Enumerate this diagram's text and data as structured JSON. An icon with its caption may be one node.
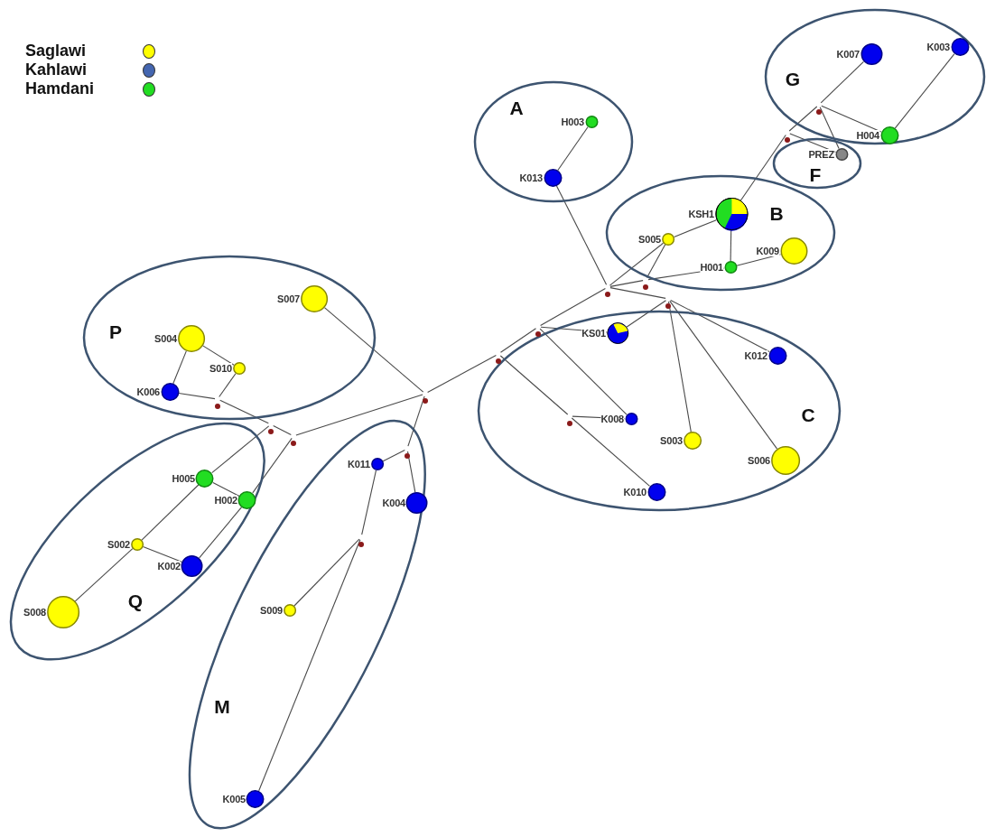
{
  "diagram": {
    "nodes": [
      {
        "text": [
          "A"
        ]
      },
      {
        "text": [
          "H003"
        ],
        "in": 0
      },
      {
        "text": [
          "K013"
        ],
        "in": 0
      },
      {
        "text": [
          "G"
        ]
      },
      {
        "text": [
          "K007"
        ],
        "in": 3
      },
      {
        "text": [
          "K003"
        ],
        "in": 3
      },
      {
        "text": [],
        "shape": "circle",
        "in": 3
      },
      {
        "text": [
          "H004"
        ],
        "in": 3
      },
      {
        "text": [
          "F"
        ]
      },
      {
        "text": [
          "PREZ"
        ],
        "in": 8
      },
      {
        "text": [],
        "shape": "circle"
      },
      {
        "text": [
          "B"
        ]
      },
      {
        "text": [
          "KSH1"
        ],
        "in": 11
      },
      {
        "text": [
          "S005"
        ],
        "in": 11
      },
      {
        "text": [
          "K009"
        ],
        "in": 11
      },
      {
        "text": [
          "H001"
        ],
        "in": 11
      },
      {
        "text": [],
        "shape": "circle",
        "in": 11
      },
      {
        "text": [],
        "shape": "circle"
      },
      {
        "text": [
          "P"
        ]
      },
      {
        "text": [
          "S007"
        ],
        "in": 18
      },
      {
        "text": [
          "S004"
        ],
        "in": 18
      },
      {
        "text": [
          "S010"
        ],
        "in": 18
      },
      {
        "text": [
          "K006"
        ],
        "in": 18
      },
      {
        "text": [],
        "shape": "circle",
        "in": 18
      },
      {
        "text": [
          "C"
        ]
      },
      {
        "text": [],
        "shape": "circle"
      },
      {
        "text": [],
        "shape": "circle"
      },
      {
        "text": [
          "KS01"
        ],
        "in": 24
      },
      {
        "text": [
          "K012"
        ],
        "in": 24
      },
      {
        "text": [],
        "shape": "circle"
      },
      {
        "text": [],
        "shape": "circle",
        "in": 24
      },
      {
        "text": [
          "K008"
        ],
        "in": 24
      },
      {
        "text": [
          "S003"
        ],
        "in": 24
      },
      {
        "text": [
          "S006"
        ],
        "in": 24
      },
      {
        "text": [
          "K010"
        ],
        "in": 24
      },
      {
        "text": [],
        "shape": "circle"
      },
      {
        "text": [],
        "shape": "circle"
      },
      {
        "text": [],
        "shape": "circle"
      },
      {
        "text": [
          "Q"
        ]
      },
      {
        "text": [
          "H005"
        ],
        "in": 38
      },
      {
        "text": [
          "H002"
        ],
        "in": 38
      },
      {
        "text": [
          "S002"
        ],
        "in": 38
      },
      {
        "text": [
          "K002"
        ],
        "in": 38
      },
      {
        "text": [
          "S008"
        ],
        "in": 38
      },
      {
        "text": [
          "M"
        ]
      },
      {
        "text": [],
        "shape": "circle",
        "in": 44
      },
      {
        "text": [
          "K011"
        ],
        "in": 44
      },
      {
        "text": [
          "K004"
        ],
        "in": 44
      },
      {
        "text": [],
        "shape": "circle",
        "in": 44
      },
      {
        "text": [
          "S009"
        ],
        "in": 44
      },
      {
        "text": [
          "K005"
        ],
        "in": 44
      }
    ],
    "edges": [
      {
        "from": 2,
        "to": 1,
        "arrow": "none"
      },
      {
        "from": 17,
        "to": 2,
        "arrow": "none"
      },
      {
        "from": 17,
        "to": 13,
        "arrow": "none"
      },
      {
        "from": 17,
        "to": 16,
        "arrow": "none"
      },
      {
        "from": 16,
        "to": 13,
        "arrow": "none"
      },
      {
        "from": 16,
        "to": 15,
        "arrow": "none"
      },
      {
        "from": 13,
        "to": 12,
        "arrow": "none"
      },
      {
        "from": 12,
        "to": 15,
        "arrow": "none"
      },
      {
        "from": 15,
        "to": 14,
        "arrow": "none"
      },
      {
        "from": 12,
        "to": 10,
        "arrow": "none"
      },
      {
        "from": 10,
        "to": 6,
        "arrow": "none"
      },
      {
        "from": 10,
        "to": 9,
        "arrow": "none"
      },
      {
        "from": 6,
        "to": 4,
        "arrow": "none"
      },
      {
        "from": 6,
        "to": 7,
        "arrow": "none"
      },
      {
        "from": 6,
        "to": 9,
        "arrow": "none"
      },
      {
        "from": 7,
        "to": 5,
        "arrow": "none"
      },
      {
        "from": 17,
        "to": 25,
        "arrow": "none"
      },
      {
        "from": 17,
        "to": 26,
        "arrow": "none"
      },
      {
        "from": 25,
        "to": 27,
        "arrow": "none"
      },
      {
        "from": 25,
        "to": 28,
        "arrow": "none"
      },
      {
        "from": 25,
        "to": 32,
        "arrow": "none"
      },
      {
        "from": 25,
        "to": 33,
        "arrow": "none"
      },
      {
        "from": 26,
        "to": 27,
        "arrow": "none"
      },
      {
        "from": 26,
        "to": 31,
        "arrow": "none"
      },
      {
        "from": 26,
        "to": 29,
        "arrow": "none"
      },
      {
        "from": 29,
        "to": 30,
        "arrow": "none"
      },
      {
        "from": 30,
        "to": 31,
        "arrow": "none"
      },
      {
        "from": 30,
        "to": 34,
        "arrow": "none"
      },
      {
        "from": 29,
        "to": 35,
        "arrow": "none"
      },
      {
        "from": 35,
        "to": 19,
        "arrow": "none"
      },
      {
        "from": 35,
        "to": 37,
        "arrow": "none"
      },
      {
        "from": 35,
        "to": 45,
        "arrow": "none"
      },
      {
        "from": 20,
        "to": 21,
        "arrow": "none"
      },
      {
        "from": 20,
        "to": 22,
        "arrow": "none"
      },
      {
        "from": 21,
        "to": 23,
        "arrow": "none"
      },
      {
        "from": 22,
        "to": 23,
        "arrow": "none"
      },
      {
        "from": 23,
        "to": 36,
        "arrow": "none"
      },
      {
        "from": 36,
        "to": 37,
        "arrow": "none"
      },
      {
        "from": 36,
        "to": 39,
        "arrow": "none"
      },
      {
        "from": 39,
        "to": 40,
        "arrow": "none"
      },
      {
        "from": 39,
        "to": 41,
        "arrow": "none"
      },
      {
        "from": 37,
        "to": 40,
        "arrow": "none"
      },
      {
        "from": 40,
        "to": 42,
        "arrow": "none"
      },
      {
        "from": 41,
        "to": 42,
        "arrow": "none"
      },
      {
        "from": 41,
        "to": 43,
        "arrow": "none"
      },
      {
        "from": 45,
        "to": 46,
        "arrow": "none"
      },
      {
        "from": 45,
        "to": 47,
        "arrow": "none"
      },
      {
        "from": 46,
        "to": 48,
        "arrow": "none"
      },
      {
        "from": 48,
        "to": 49,
        "arrow": "none"
      },
      {
        "from": 48,
        "to": 50,
        "arrow": "none"
      }
    ],
    "legend": [
      {
        "text": "Saglawi",
        "color": "#ffff00"
      },
      {
        "text": "Kahlawi",
        "color": "#4466b0"
      },
      {
        "text": "Hamdani",
        "color": "#22dd22"
      }
    ]
  }
}
